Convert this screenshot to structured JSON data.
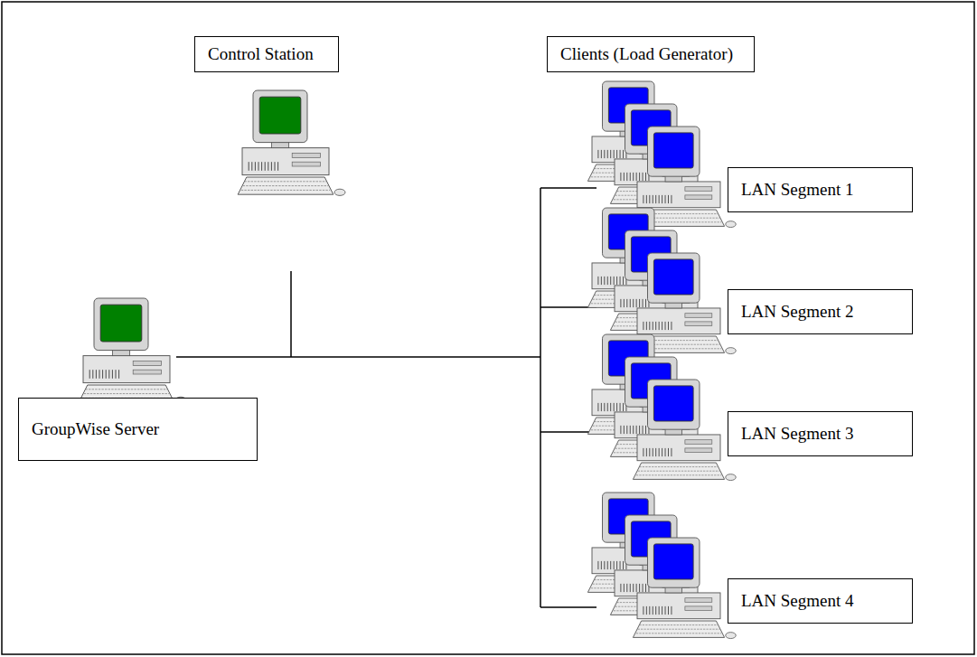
{
  "diagram": {
    "nodes": [
      {
        "text": [
          "Control Station"
        ]
      },
      {
        "text": [
          "Clients (Load Generator)"
        ]
      },
      {
        "text": [
          "LAN Segment 1"
        ]
      },
      {
        "text": [
          "LAN Segment 2"
        ]
      },
      {
        "text": [
          "GroupWise Server"
        ]
      },
      {
        "text": [
          "LAN Segment 3"
        ]
      },
      {
        "text": [
          "LAN Segment 4"
        ]
      }
    ]
  }
}
